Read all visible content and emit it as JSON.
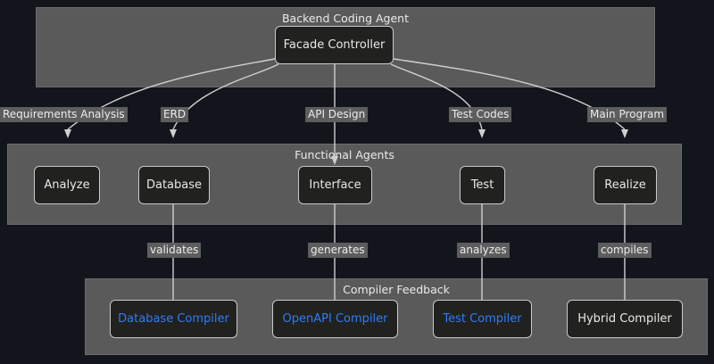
{
  "diagram": {
    "title": "Backend Coding Agent architecture flowchart",
    "background_color": "#12151c",
    "subgraph_color": "#5a5a5a",
    "node_color": "#21211f",
    "accent_color": "#2f7df6",
    "text_color": "#e8e8e8"
  },
  "subgraphs": [
    {
      "id": "backend",
      "title": "Backend Coding Agent"
    },
    {
      "id": "functional",
      "title": "Functional Agents"
    },
    {
      "id": "compiler",
      "title": "Compiler Feedback"
    }
  ],
  "nodes": {
    "facade": "Facade Controller",
    "agents": [
      {
        "id": "analyze",
        "label": "Analyze"
      },
      {
        "id": "database",
        "label": "Database"
      },
      {
        "id": "interface",
        "label": "Interface"
      },
      {
        "id": "test",
        "label": "Test"
      },
      {
        "id": "realize",
        "label": "Realize"
      }
    ],
    "compilers": [
      {
        "id": "db-compiler",
        "label": "Database Compiler",
        "style": "blue"
      },
      {
        "id": "openapi-compiler",
        "label": "OpenAPI Compiler",
        "style": "blue"
      },
      {
        "id": "test-compiler",
        "label": "Test Compiler",
        "style": "blue"
      },
      {
        "id": "hybrid-compiler",
        "label": "Hybrid Compiler",
        "style": "plain"
      }
    ]
  },
  "edge_labels": {
    "facade_to_agents": [
      {
        "id": "requirements-analysis",
        "label": "Requirements Analysis"
      },
      {
        "id": "erd",
        "label": "ERD"
      },
      {
        "id": "api-design",
        "label": "API Design"
      },
      {
        "id": "test-codes",
        "label": "Test Codes"
      },
      {
        "id": "main-program",
        "label": "Main Program"
      }
    ],
    "agents_to_compilers": [
      {
        "id": "validates",
        "label": "validates"
      },
      {
        "id": "generates",
        "label": "generates"
      },
      {
        "id": "analyzes",
        "label": "analyzes"
      },
      {
        "id": "compiles",
        "label": "compiles"
      }
    ]
  }
}
